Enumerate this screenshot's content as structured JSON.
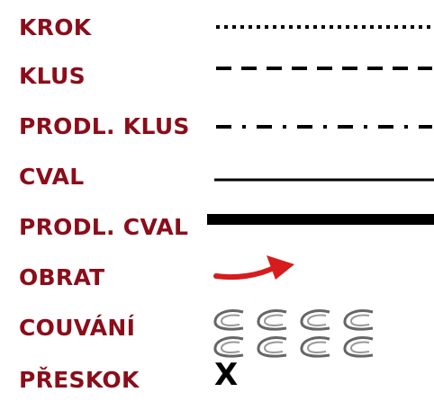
{
  "legend": {
    "items": [
      {
        "label": "KROK",
        "symbol": "dotted-line"
      },
      {
        "label": "KLUS",
        "symbol": "dashed-line"
      },
      {
        "label": "PRODL. KLUS",
        "symbol": "dash-dot-line"
      },
      {
        "label": "CVAL",
        "symbol": "solid-line"
      },
      {
        "label": "PRODL. CVAL",
        "symbol": "thick-solid-line"
      },
      {
        "label": "OBRAT",
        "symbol": "red-curved-arrow"
      },
      {
        "label": "COUVÁNÍ",
        "symbol": "backward-swirl-pattern"
      },
      {
        "label": "PŘESKOK",
        "symbol": "x-mark",
        "mark": "X"
      }
    ]
  },
  "colors": {
    "label": "#8b0d1a",
    "line": "#000000",
    "arrow": "#d61c1c"
  }
}
